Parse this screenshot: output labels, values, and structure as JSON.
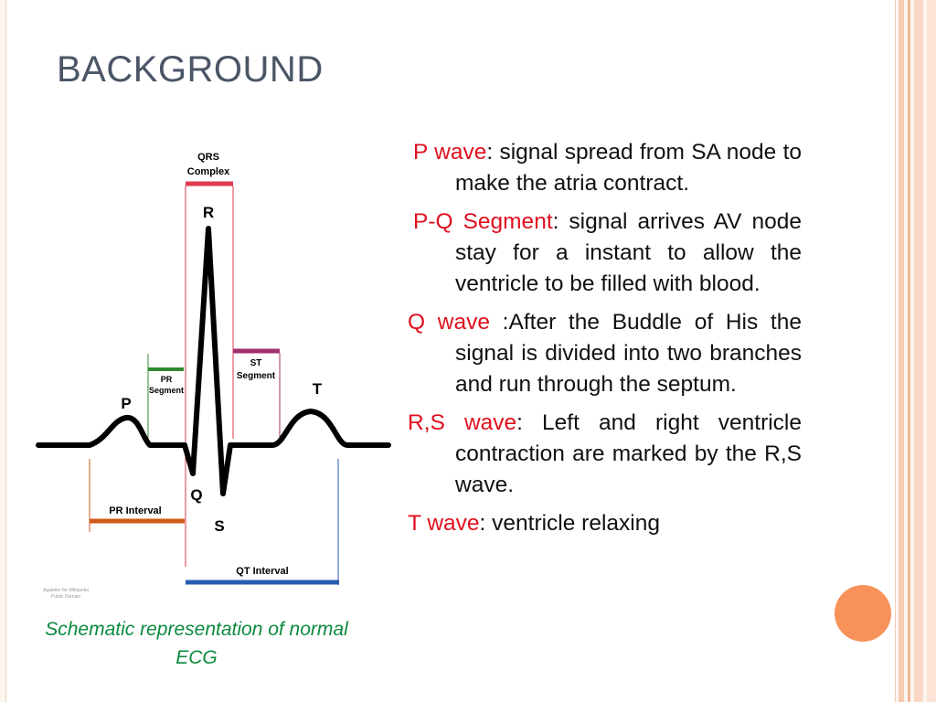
{
  "slide": {
    "title": "BACKGROUND"
  },
  "diagram": {
    "labels": {
      "qrs_line1": "QRS",
      "qrs_line2": "Complex",
      "r": "R",
      "pr_seg_line1": "PR",
      "pr_seg_line2": "Segment",
      "st_seg_line1": "ST",
      "st_seg_line2": "Segment",
      "p": "P",
      "t": "T",
      "q": "Q",
      "s": "S",
      "pr_interval": "PR Interval",
      "qt_interval": "QT Interval",
      "credit_line1": "Agateller for Wikipedia",
      "credit_line2": "Public Domain"
    },
    "colors": {
      "qrs": "#e03a4e",
      "pr_segment": "#2f8a2f",
      "st_segment": "#a0306e",
      "pr_interval": "#d05a1a",
      "qt_interval": "#2a5bb0",
      "trace": "#000000"
    },
    "caption": "Schematic representation of normal ECG"
  },
  "bullets": [
    {
      "term": "P wave",
      "text": ":  signal spread from SA node to make the atria contract."
    },
    {
      "term": "P-Q Segment",
      "text": ": signal arrives AV node stay for a instant to allow the ventricle to be filled with blood."
    },
    {
      "term": "Q wave",
      "text": " :After the Buddle of His the signal is divided into two branches and run through the septum."
    },
    {
      "term": "R,S wave",
      "text": ": Left and right ventricle contraction are marked by the R,S wave."
    },
    {
      "term": "T wave",
      "text": ": ventricle relaxing"
    }
  ],
  "theme": {
    "accent": "#f7925a",
    "title_color": "#4a5666",
    "term_color": "#e0101e",
    "caption_color": "#0b8a3e"
  }
}
